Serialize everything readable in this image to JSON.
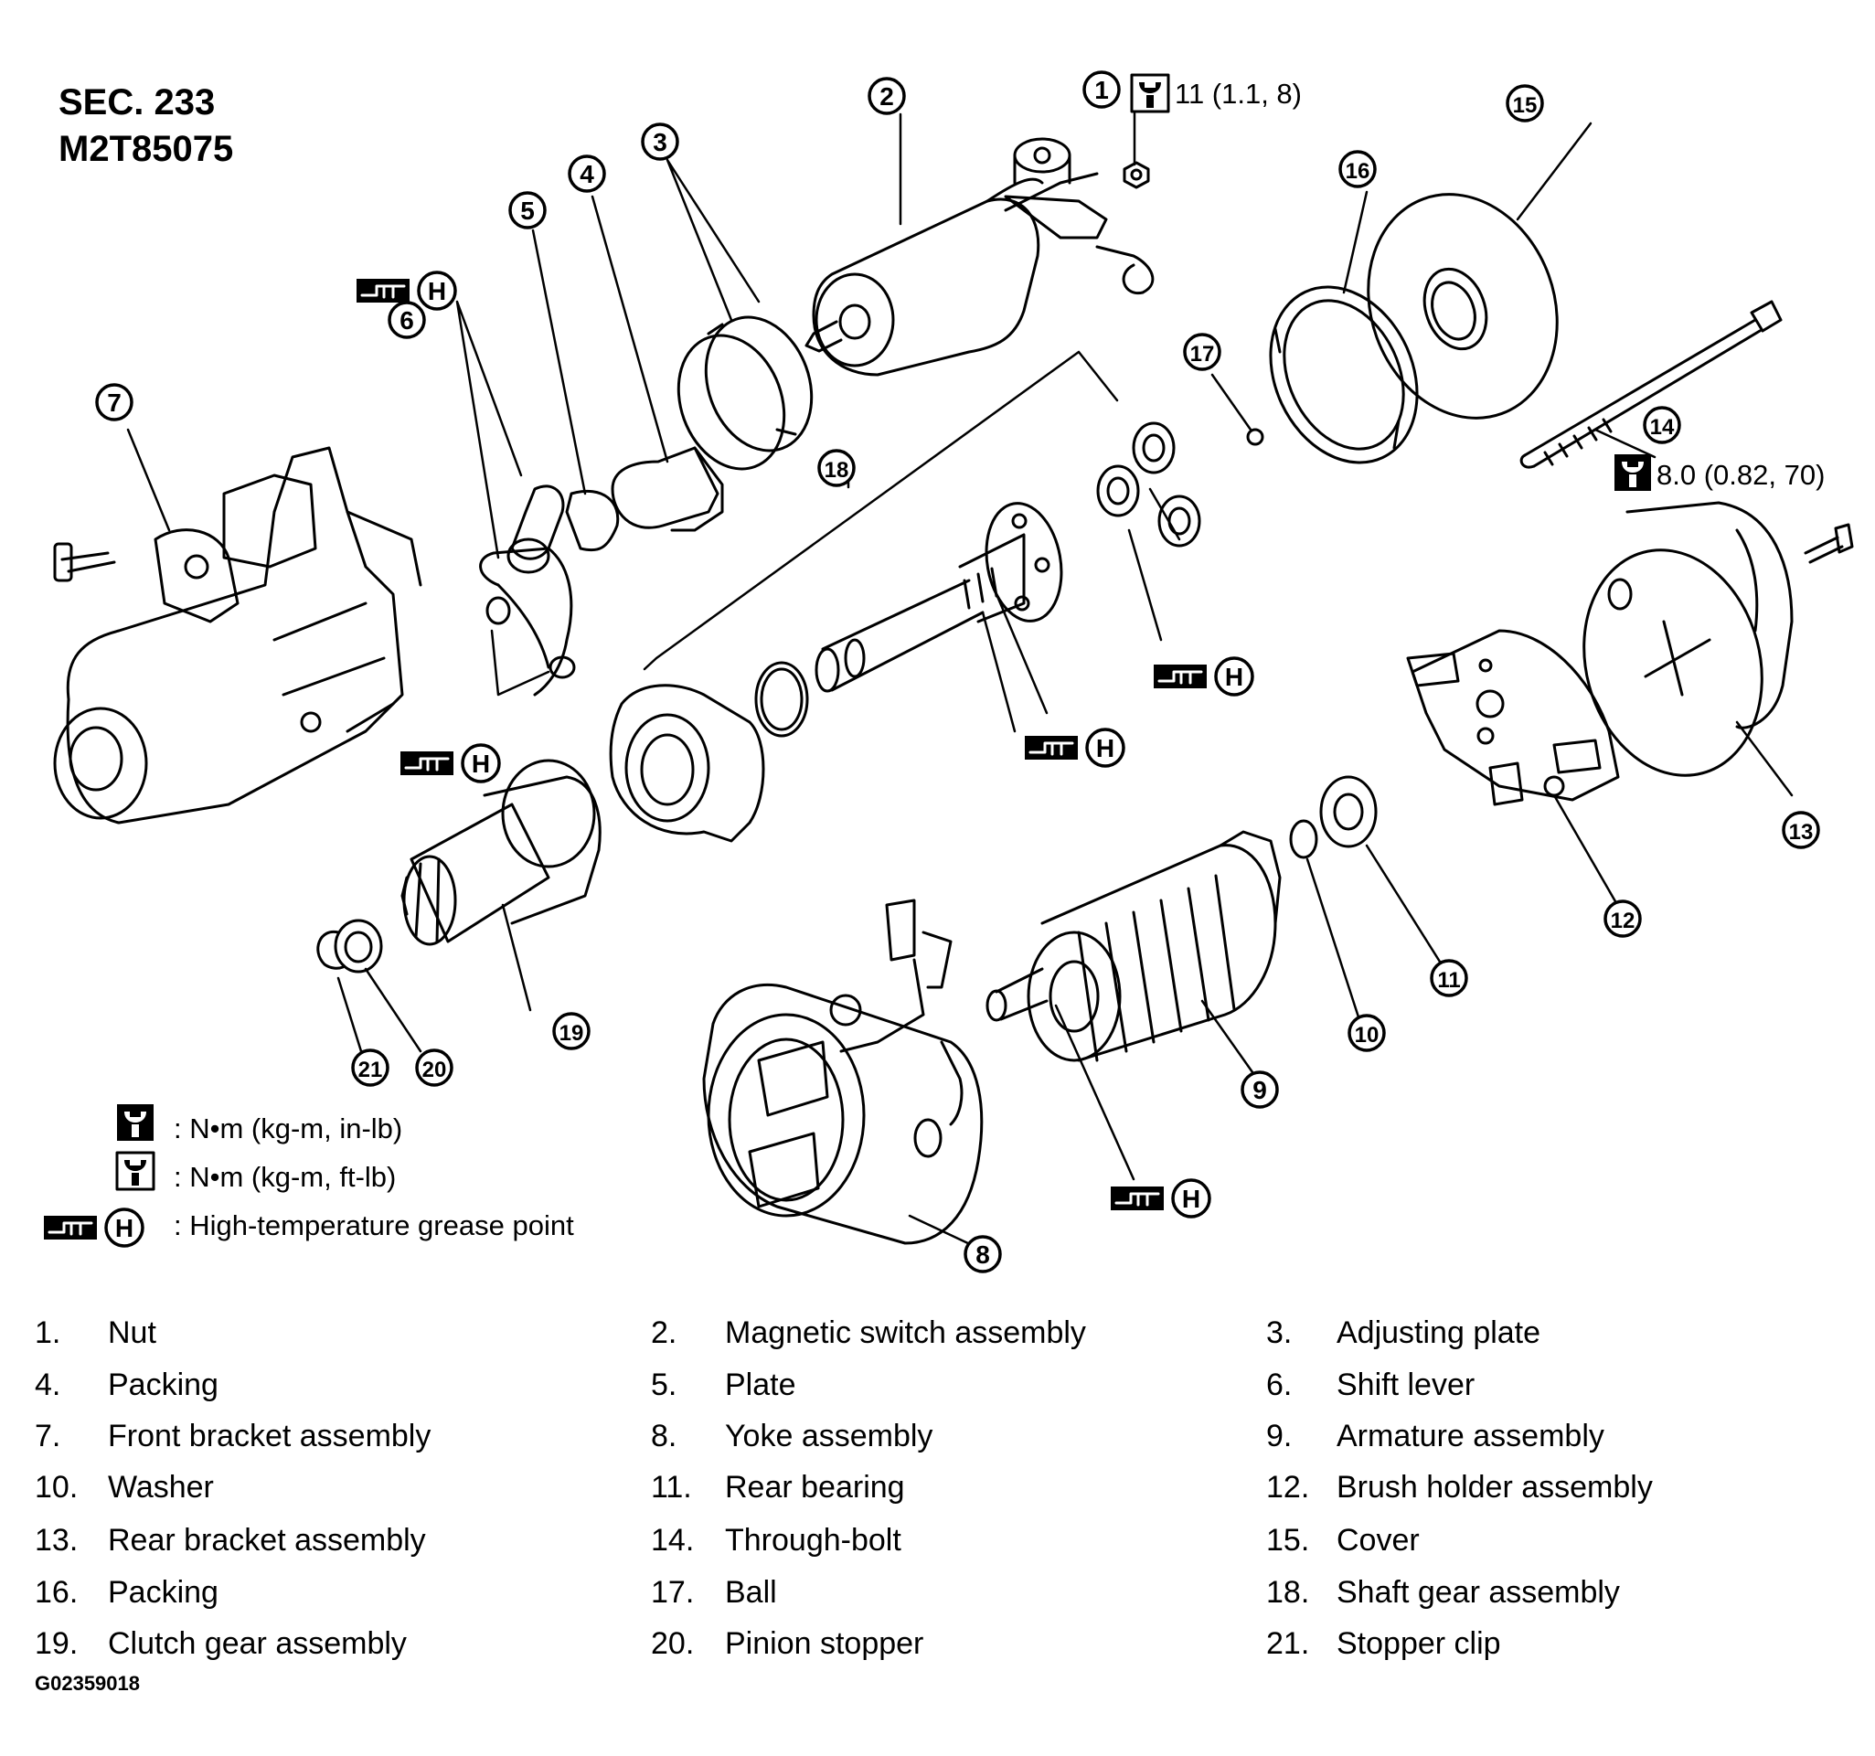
{
  "header": {
    "section": "SEC. 233",
    "code": "M2T85075"
  },
  "callouts": [
    "1",
    "2",
    "3",
    "4",
    "5",
    "6",
    "7",
    "8",
    "9",
    "10",
    "11",
    "12",
    "13",
    "14",
    "15",
    "16",
    "17",
    "18",
    "19",
    "20",
    "21"
  ],
  "grease_mark": "H",
  "torques": {
    "nut": "11 (1.1, 8)",
    "through_bolt": "8.0 (0.82, 70)"
  },
  "legend": {
    "in_lb": ": N•m (kg-m, in-lb)",
    "ft_lb": ": N•m (kg-m, ft-lb)",
    "grease": ": High-temperature grease point"
  },
  "parts": [
    {
      "num": "1.",
      "name": "Nut"
    },
    {
      "num": "2.",
      "name": "Magnetic switch assembly"
    },
    {
      "num": "3.",
      "name": "Adjusting plate"
    },
    {
      "num": "4.",
      "name": "Packing"
    },
    {
      "num": "5.",
      "name": "Plate"
    },
    {
      "num": "6.",
      "name": "Shift lever"
    },
    {
      "num": "7.",
      "name": "Front bracket assembly"
    },
    {
      "num": "8.",
      "name": "Yoke assembly"
    },
    {
      "num": "9.",
      "name": "Armature assembly"
    },
    {
      "num": "10.",
      "name": "Washer"
    },
    {
      "num": "11.",
      "name": "Rear bearing"
    },
    {
      "num": "12.",
      "name": "Brush holder assembly"
    },
    {
      "num": "13.",
      "name": "Rear bracket assembly"
    },
    {
      "num": "14.",
      "name": "Through-bolt"
    },
    {
      "num": "15.",
      "name": "Cover"
    },
    {
      "num": "16.",
      "name": "Packing"
    },
    {
      "num": "17.",
      "name": "Ball"
    },
    {
      "num": "18.",
      "name": "Shaft gear assembly"
    },
    {
      "num": "19.",
      "name": "Clutch gear assembly"
    },
    {
      "num": "20.",
      "name": "Pinion stopper"
    },
    {
      "num": "21.",
      "name": "Stopper clip"
    }
  ],
  "figure_id": "G02359018"
}
